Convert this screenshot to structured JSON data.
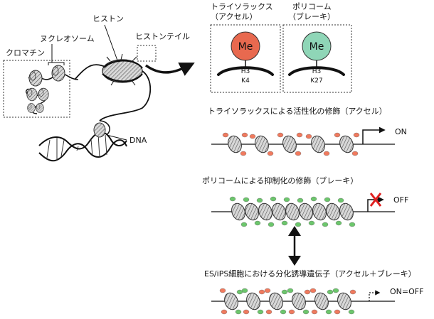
{
  "left_panel": {
    "chromatin_label": "クロマチン",
    "nucleosome_label": "ヌクレオソーム",
    "histone_label": "ヒストン",
    "histone_tail_label": "ヒストンテイル",
    "dna_label": "DNA"
  },
  "marks": {
    "trithorax": {
      "title_line1": "トライソラックス",
      "title_line2": "（アクセル）",
      "me_label": "Me",
      "h3_label": "H3",
      "residue_label": "K4",
      "color": "#e8694f"
    },
    "polycomb": {
      "title_line1": "ポリコーム",
      "title_line2": "（ブレーキ）",
      "me_label": "Me",
      "h3_label": "H3",
      "residue_label": "K27",
      "color": "#8fd6b7"
    }
  },
  "rows": {
    "active": {
      "title": "トライソラックスによる活性化の修飾（アクセル）",
      "state": "ON",
      "state_color": "#111111"
    },
    "repressed": {
      "title": "ポリコームによる抑制化の修飾（ブレーキ）",
      "state": "OFF",
      "state_color": "#111111",
      "block_mark_color": "#e02020"
    },
    "bivalent": {
      "title": "ES/iPS細胞における分化誘導遺伝子（アクセル＋ブレーキ）",
      "state": "ON=OFF",
      "state_color": "#3cab4a"
    }
  },
  "mark_colors": {
    "accelerator": "#f07a5e",
    "brake": "#6cc66c"
  }
}
